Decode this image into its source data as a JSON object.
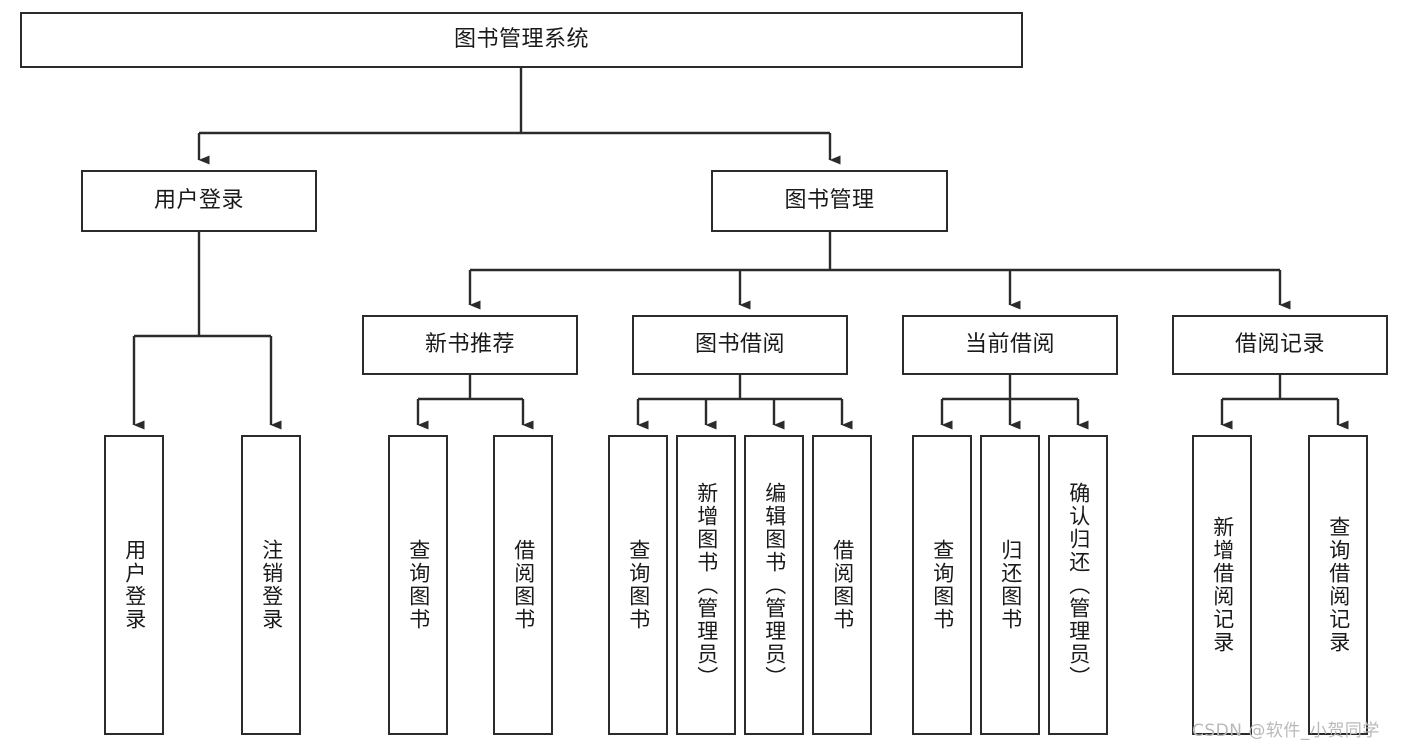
{
  "diagram": {
    "title": "图书管理系统",
    "type": "tree-hierarchy",
    "orientation": "top-down",
    "line_color": "#2b2b2b",
    "box_fill": "#ffffff",
    "text_color": "#1a1a1a",
    "nodes": {
      "root": {
        "label": "图书管理系统"
      },
      "level2": [
        {
          "id": "user-login",
          "label": "用户登录"
        },
        {
          "id": "book-manage",
          "label": "图书管理"
        }
      ],
      "level3": [
        {
          "id": "new-book-recommend",
          "label": "新书推荐"
        },
        {
          "id": "book-borrow",
          "label": "图书借阅"
        },
        {
          "id": "current-borrow",
          "label": "当前借阅"
        },
        {
          "id": "borrow-record",
          "label": "借阅记录"
        }
      ],
      "leaves": {
        "user-login": [
          {
            "id": "leaf-user-login",
            "label": "用户登录"
          },
          {
            "id": "leaf-logout-login",
            "label": "注销登录"
          }
        ],
        "new-book-recommend": [
          {
            "id": "leaf-query-book-1",
            "label": "查询图书"
          },
          {
            "id": "leaf-borrow-book-1",
            "label": "借阅图书"
          }
        ],
        "book-borrow": [
          {
            "id": "leaf-query-book-2",
            "label": "查询图书"
          },
          {
            "id": "leaf-add-book",
            "label": "新增图书（管理员）"
          },
          {
            "id": "leaf-edit-book",
            "label": "编辑图书（管理员）"
          },
          {
            "id": "leaf-borrow-book-2",
            "label": "借阅图书"
          }
        ],
        "current-borrow": [
          {
            "id": "leaf-query-book-3",
            "label": "查询图书"
          },
          {
            "id": "leaf-return-book",
            "label": "归还图书"
          },
          {
            "id": "leaf-confirm-return",
            "label": "确认归还（管理员）"
          }
        ],
        "borrow-record": [
          {
            "id": "leaf-add-record",
            "label": "新增借阅记录"
          },
          {
            "id": "leaf-query-record",
            "label": "查询借阅记录"
          }
        ]
      }
    }
  },
  "watermark": {
    "text": "CSDN @软件_小贺同学"
  }
}
